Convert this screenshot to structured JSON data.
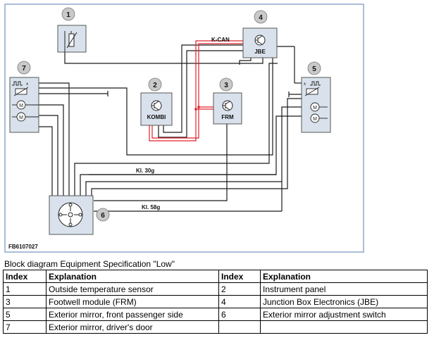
{
  "diagram": {
    "code": "FB6107027",
    "bus_label": "K-CAN",
    "kl30_label": "Kl. 30g",
    "kl58_label": "Kl. 58g",
    "kombi_label": "KOMBI",
    "frm_label": "FRM",
    "jbe_label": "JBE",
    "callouts": [
      "1",
      "2",
      "3",
      "4",
      "5",
      "6",
      "7"
    ],
    "colors": {
      "frame": "#8da9c8",
      "component": "#d9e2ec",
      "wire": "#1a1a1a",
      "can": "#e0232a",
      "callout": "#c9c9c9"
    }
  },
  "caption": "Block diagram Equipment Specification \"Low\"",
  "legend": {
    "headers": [
      "Index",
      "Explanation",
      "Index",
      "Explanation"
    ],
    "rows": [
      [
        "1",
        "Outside temperature sensor",
        "2",
        "Instrument panel"
      ],
      [
        "3",
        "Footwell module (FRM)",
        "4",
        "Junction Box Electronics (JBE)"
      ],
      [
        "5",
        "Exterior mirror, front passenger side",
        "6",
        "Exterior mirror adjustment switch"
      ],
      [
        "7",
        "Exterior mirror, driver's door",
        "",
        ""
      ]
    ]
  }
}
